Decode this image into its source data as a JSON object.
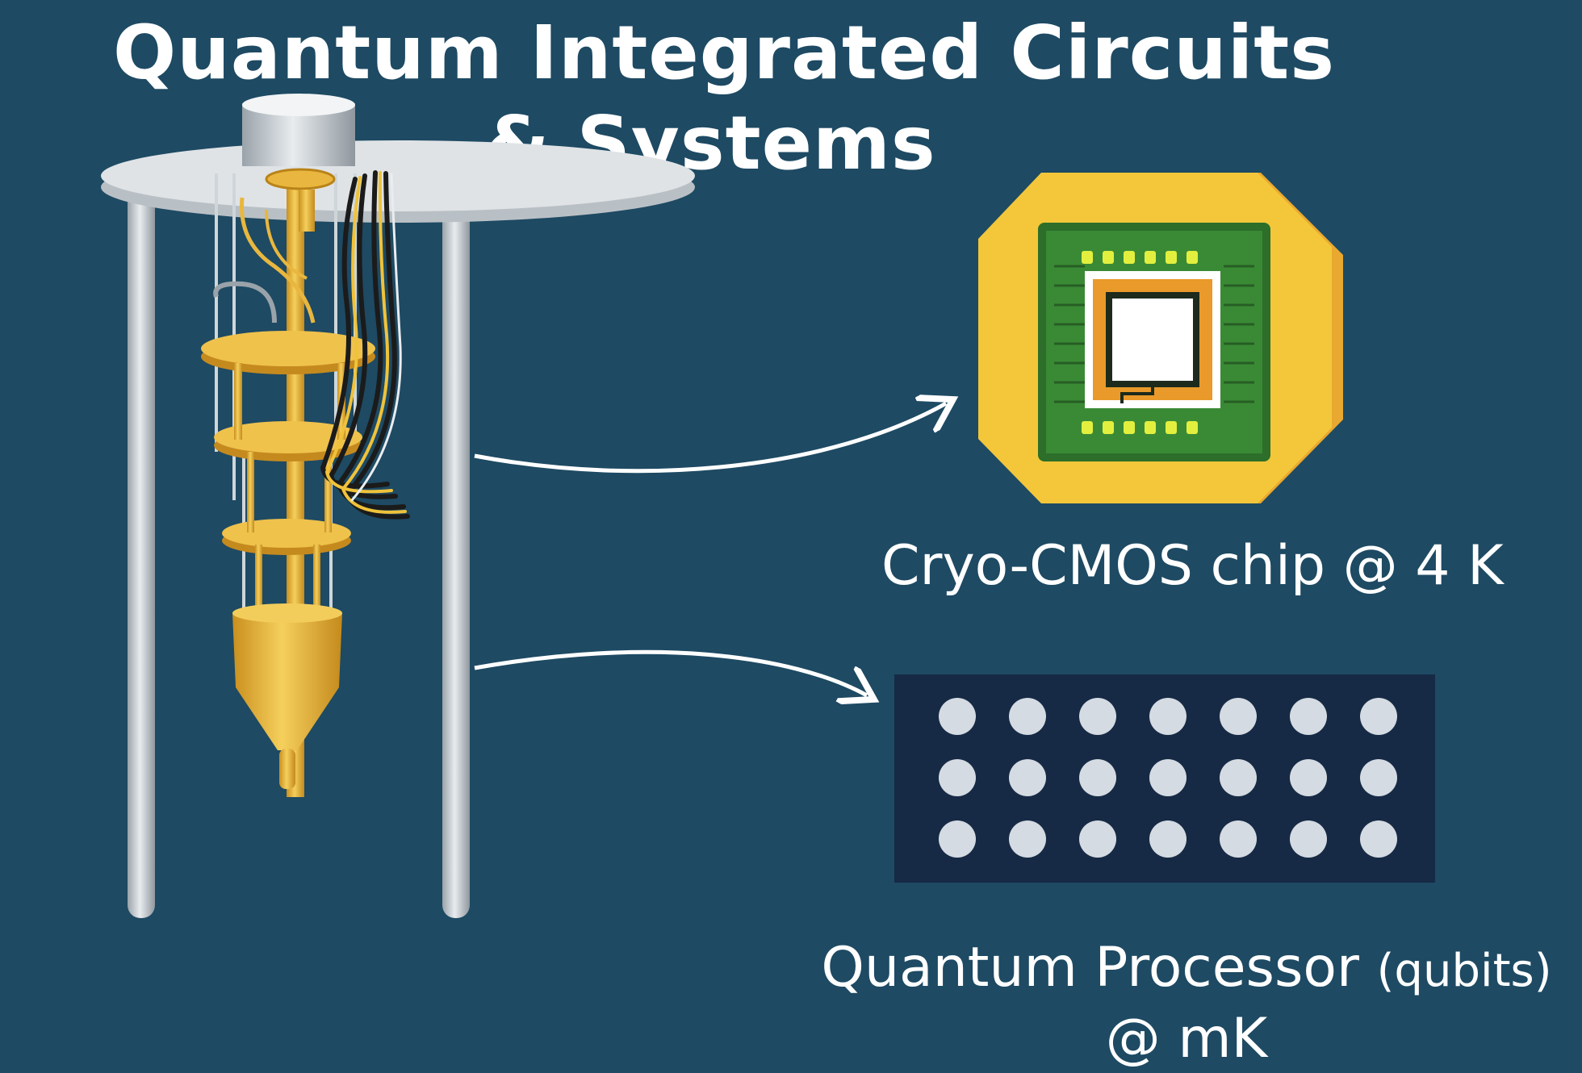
{
  "title": {
    "line1": "Quantum Integrated Circuits",
    "line2": "& Systems"
  },
  "labels": {
    "chip": "Cryo-CMOS chip @ 4 K",
    "processor_main": "Quantum Processor",
    "processor_paren": "(qubits)",
    "processor_line2": "@ mK"
  },
  "icons": {
    "fridge": "dilution-refrigerator-icon",
    "chip": "cryo-cmos-chip-icon",
    "qubits": "qubit-array-icon"
  },
  "qubit_grid": {
    "rows": 3,
    "cols": 7
  },
  "colors": {
    "background": "#1e4a63",
    "gold": "#e9b73f",
    "chip_green": "#3a8a35",
    "qubit_panel": "#162a45",
    "qubit_dot": "#d5dbe2"
  }
}
